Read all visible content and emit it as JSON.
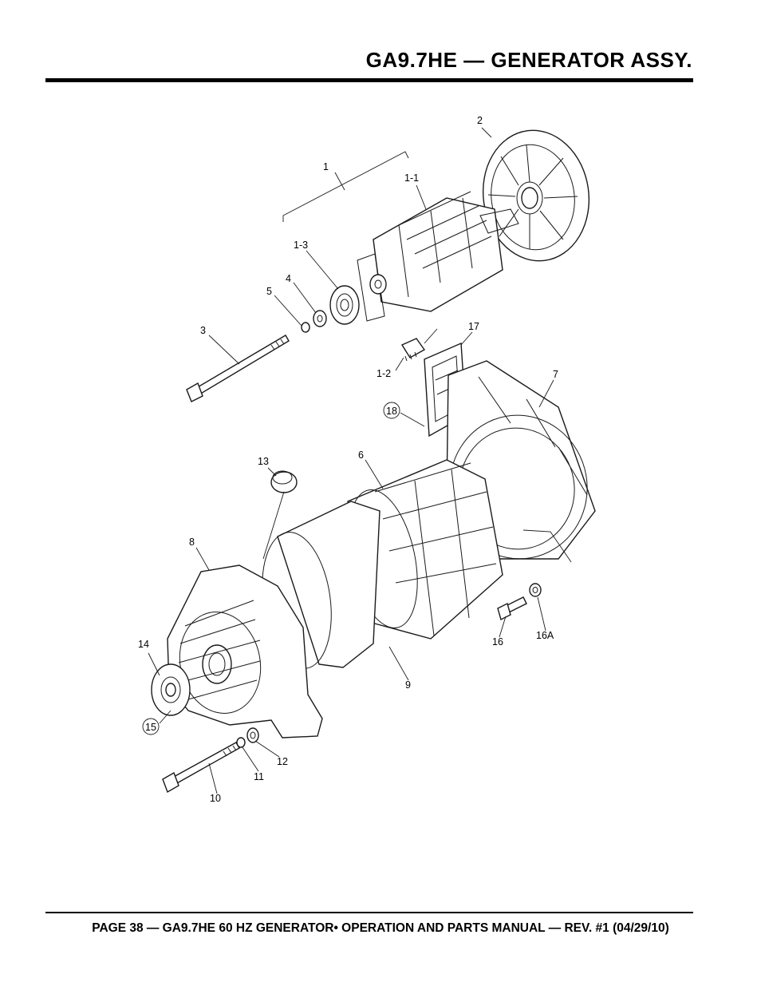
{
  "header": {
    "title": "GA9.7HE — GENERATOR ASSY."
  },
  "footer": {
    "text": "PAGE 38 — GA9.7HE 60 HZ GENERATOR• OPERATION AND PARTS MANUAL — REV. #1 (04/29/10)"
  },
  "callouts": {
    "c1": "1",
    "c1_1": "1-1",
    "c1_2": "1-2",
    "c1_3": "1-3",
    "c2": "2",
    "c3": "3",
    "c4": "4",
    "c5": "5",
    "c6": "6",
    "c7": "7",
    "c8": "8",
    "c9": "9",
    "c10": "10",
    "c11": "11",
    "c12": "12",
    "c13": "13",
    "c14": "14",
    "c15": "15",
    "c16": "16",
    "c16a": "16A",
    "c17": "17",
    "c18": "18"
  }
}
